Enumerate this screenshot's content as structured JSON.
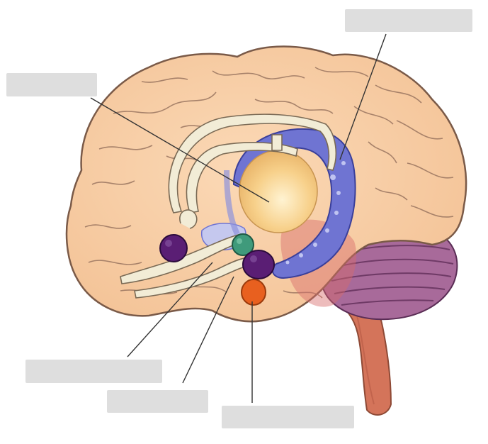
{
  "diagram": {
    "subject": "",
    "labels": [
      {
        "id": "top-right",
        "text": ""
      },
      {
        "id": "top-left",
        "text": ""
      },
      {
        "id": "bottom-left",
        "text": ""
      },
      {
        "id": "bottom-mid",
        "text": ""
      },
      {
        "id": "bottom-right",
        "text": ""
      }
    ]
  },
  "colors": {
    "cortex": "#f8cfa6",
    "cortex_stroke": "#8a6a55",
    "hippocampus_blue": "#6f74d2",
    "thalamus": "#f7d08a",
    "fornix": "#f2ecd6",
    "amygdala_purple": "#5a1e74",
    "mammillary_green": "#3f9a7b",
    "pituitary_orange": "#e8601f",
    "cerebellum": "#a86a9a",
    "brainstem": "#d4745a",
    "label_box": "#dedede"
  }
}
